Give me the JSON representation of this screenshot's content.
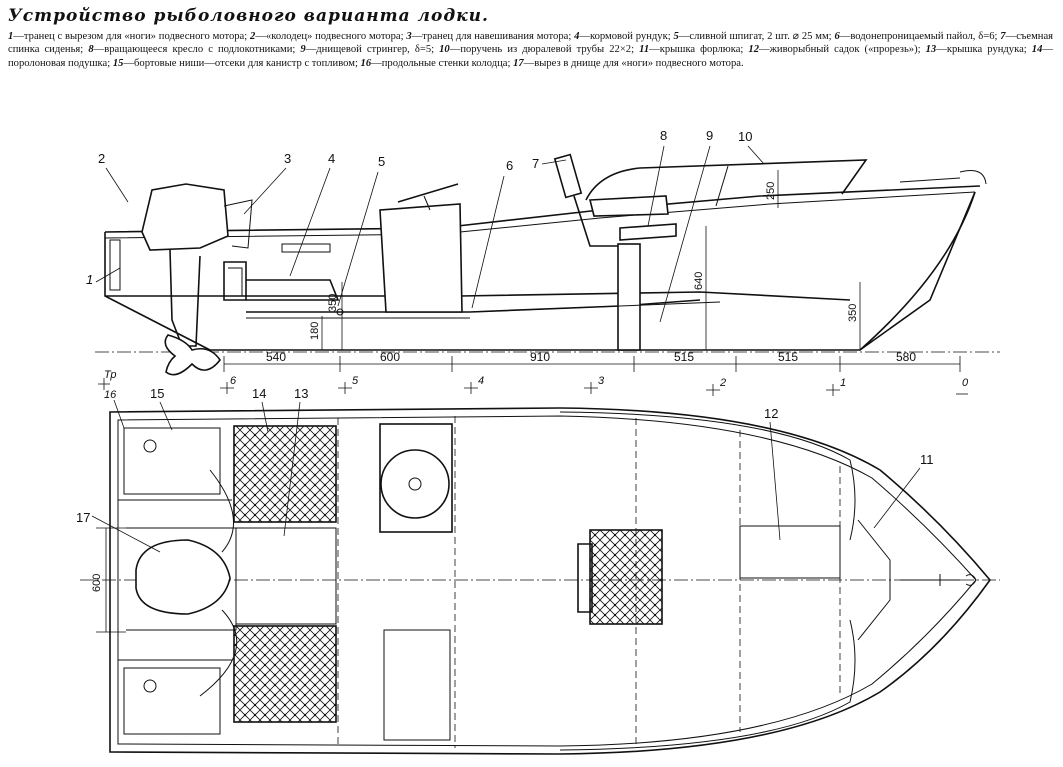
{
  "title": "Устройство рыболовного варианта лодки.",
  "legend": [
    {
      "num": "1",
      "text": "—транец с вырезом для «ноги» подвесного мотора;"
    },
    {
      "num": "2",
      "text": "—«колодец» подвесного мотора;"
    },
    {
      "num": "3",
      "text": "—транец для навешивания мотора;"
    },
    {
      "num": "4",
      "text": "—кормовой рундук;"
    },
    {
      "num": "5",
      "text": "—сливной шпигат, 2 шт. ⌀ 25 мм;"
    },
    {
      "num": "6",
      "text": "—водонепроницаемый пайол, δ=6;"
    },
    {
      "num": "7",
      "text": "—съемная спинка сиденья;"
    },
    {
      "num": "8",
      "text": "—вращающееся кресло с подлокотниками;"
    },
    {
      "num": "9",
      "text": "—днищевой стрингер, δ=5;"
    },
    {
      "num": "10",
      "text": "—поручень из дюралевой трубы 22×2;"
    },
    {
      "num": "11",
      "text": "—крышка форлюка;"
    },
    {
      "num": "12",
      "text": "—живорыбный садок («прорезь»);"
    },
    {
      "num": "13",
      "text": "—крышка рундука;"
    },
    {
      "num": "14",
      "text": "—поролоновая подушка;"
    },
    {
      "num": "15",
      "text": "—бортовые ниши—отсеки для канистр с топливом;"
    },
    {
      "num": "16",
      "text": "—продольные стенки колодца;"
    },
    {
      "num": "17",
      "text": "—вырез в днище для «ноги» подвесного мотора."
    }
  ],
  "side_view": {
    "callouts": [
      "1",
      "2",
      "3",
      "4",
      "5",
      "6",
      "7",
      "8",
      "9",
      "10"
    ],
    "dim_horizontal": [
      "540",
      "600",
      "910",
      "515",
      "515",
      "580"
    ],
    "dim_vertical": [
      "350",
      "180",
      "640",
      "250",
      "350"
    ],
    "station_marks": [
      "Тр",
      "6",
      "5",
      "4",
      "3",
      "2",
      "1",
      "0"
    ]
  },
  "plan_view": {
    "callouts": [
      "16",
      "15",
      "14",
      "13",
      "12",
      "11",
      "17"
    ],
    "dim_width": "600"
  }
}
